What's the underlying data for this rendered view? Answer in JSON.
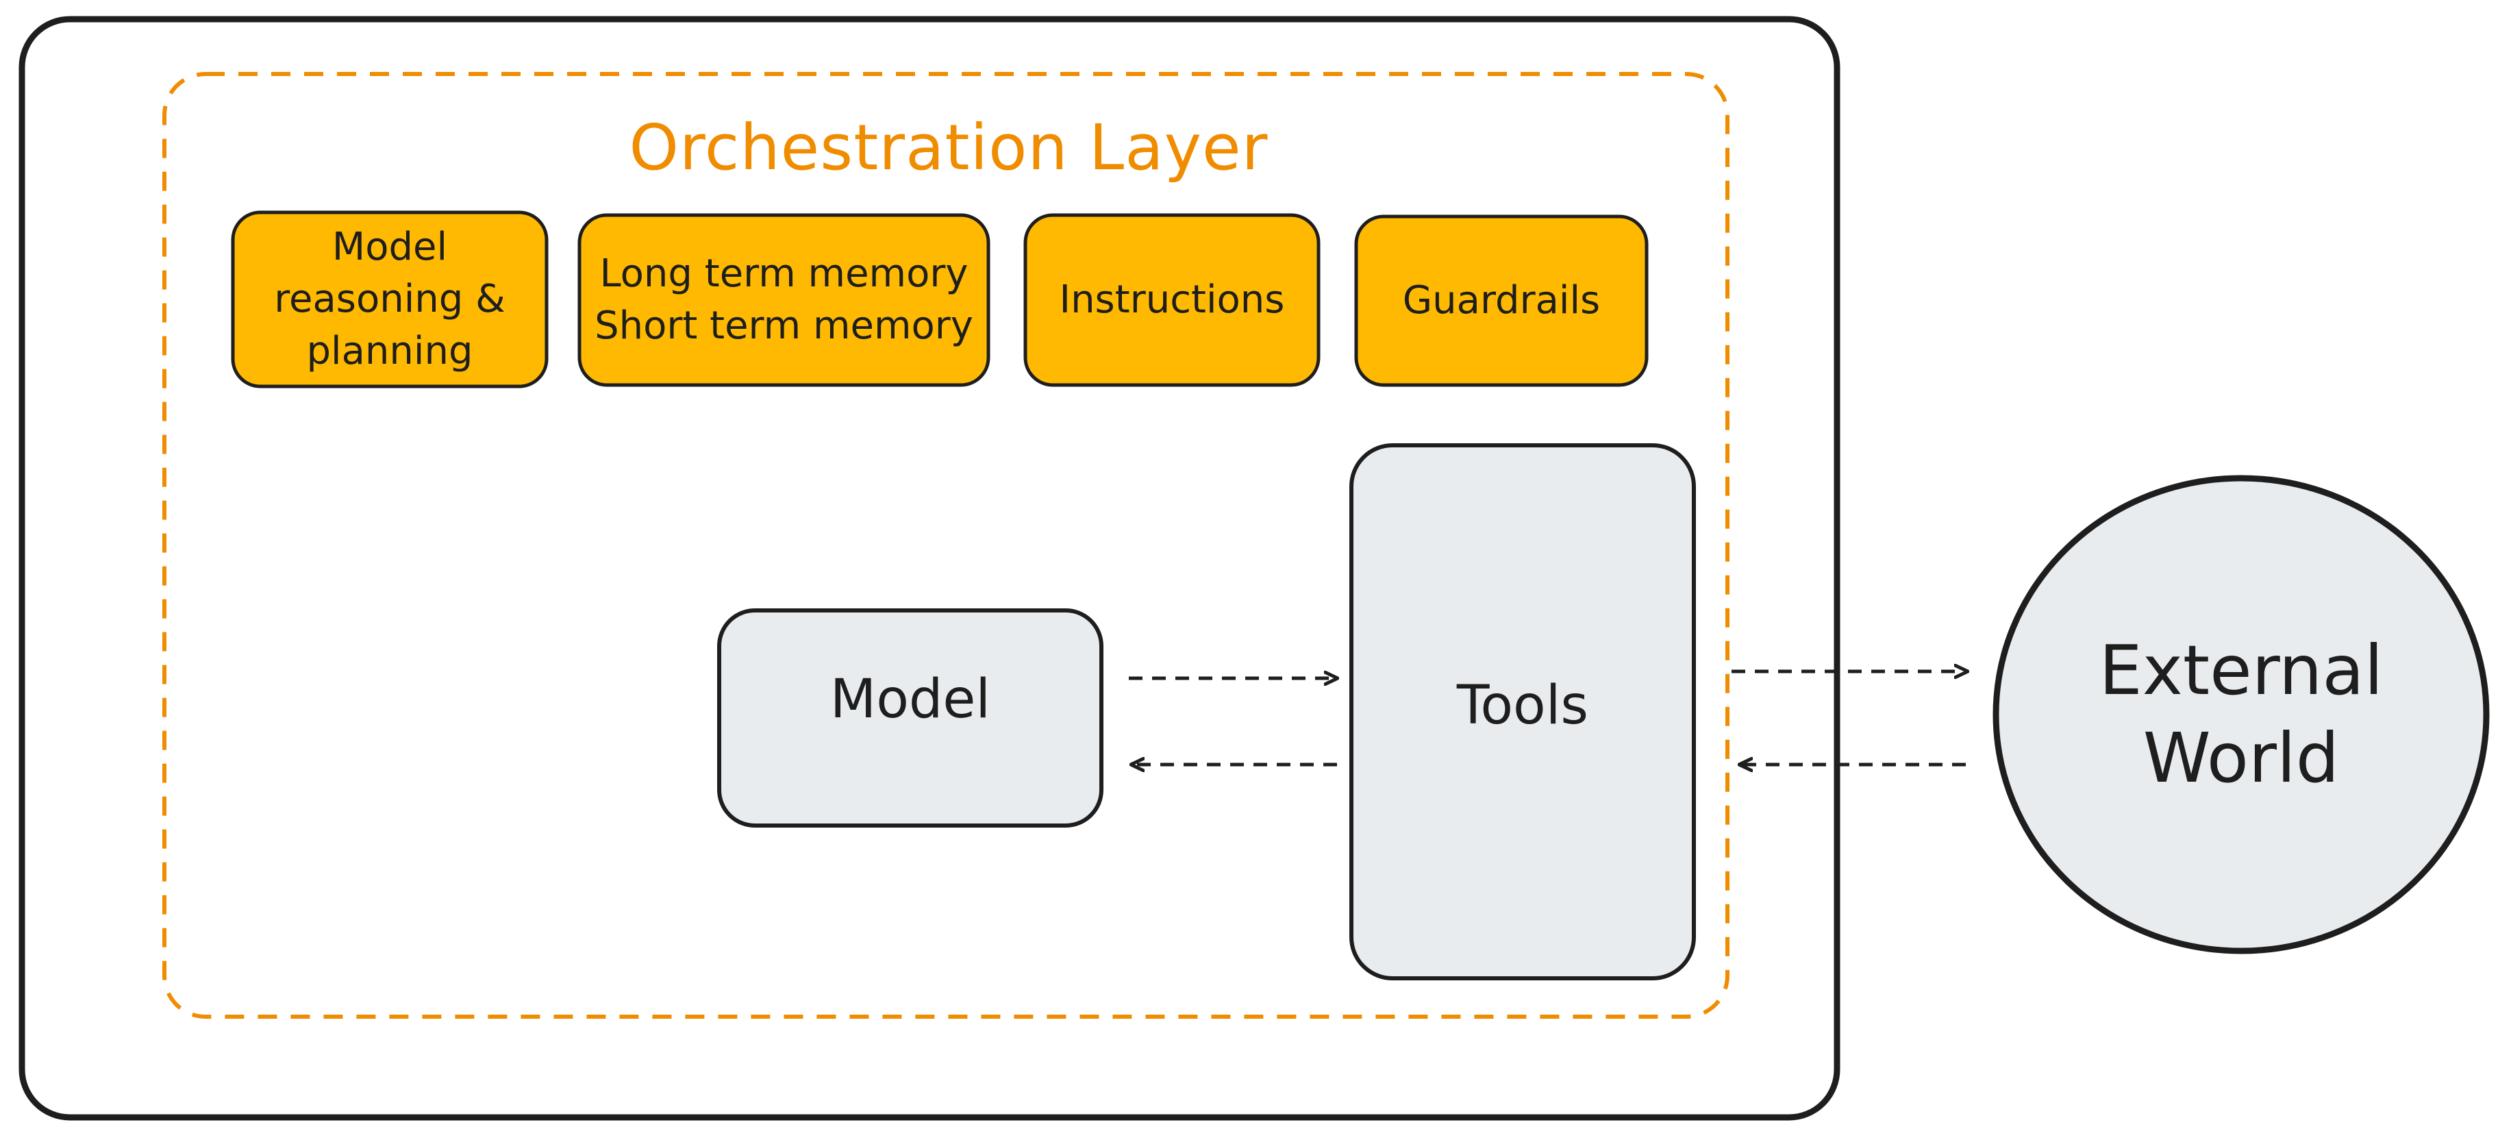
{
  "diagram": {
    "title": "Orchestration Layer",
    "components": [
      {
        "id": "model-reasoning",
        "label": "Model\nreasoning &\nplanning"
      },
      {
        "id": "memory",
        "label": "Long term memory\nShort term memory"
      },
      {
        "id": "instructions",
        "label": "Instructions"
      },
      {
        "id": "guardrails",
        "label": "Guardrails"
      }
    ],
    "model": {
      "label": "Model"
    },
    "tools": {
      "label": "Tools"
    },
    "external": {
      "label": "External\nWorld"
    },
    "colors": {
      "accent": "#f08c00",
      "component_fill": "#ffb900",
      "node_fill": "#e9ecef",
      "stroke": "#1e1e1e"
    },
    "connections": [
      {
        "from": "Model",
        "to": "Tools"
      },
      {
        "from": "Tools",
        "to": "Model"
      },
      {
        "from": "Tools",
        "to": "External World"
      },
      {
        "from": "External World",
        "to": "Tools"
      }
    ]
  }
}
